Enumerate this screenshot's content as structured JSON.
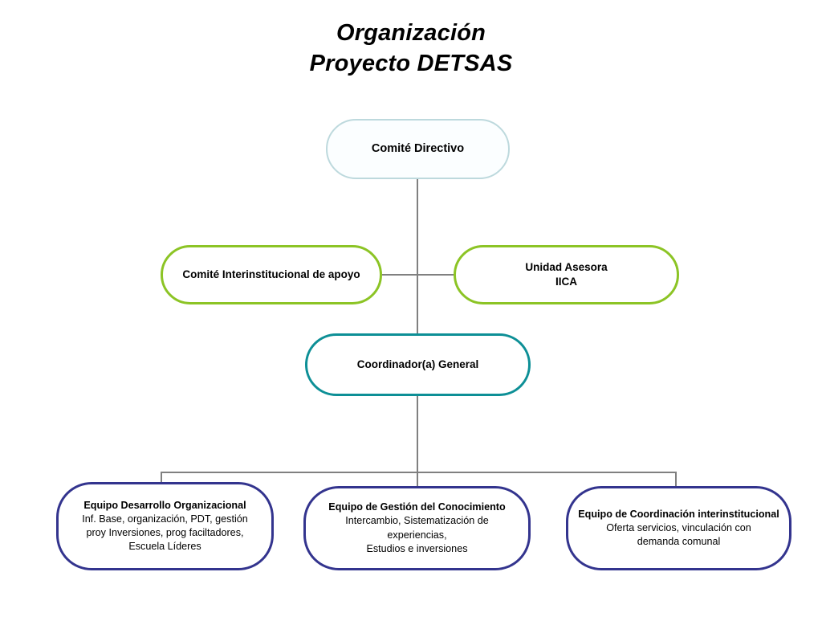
{
  "title": {
    "line1": "Organización",
    "line2": "Proyecto DETSAS"
  },
  "colors": {
    "background": "#ffffff",
    "title_text": "#000000",
    "top_node_border": "#bdd9dd",
    "top_node_fill": "#fbfeff",
    "advisory_node_border": "#8cc425",
    "coordinator_node_border": "#0d8f96",
    "team_node_border": "#33348e",
    "connector_line": "#808080"
  },
  "nodes": {
    "comite_directivo": {
      "label": "Comité Directivo",
      "level": "1",
      "shape": "rounded-pill"
    },
    "comite_interinstitucional": {
      "label": "Comité Interinstitucional de apoyo",
      "level": "2",
      "shape": "rounded-pill"
    },
    "unidad_asesora": {
      "line1": "Unidad Asesora",
      "line2": "IICA",
      "level": "2",
      "shape": "rounded-pill"
    },
    "coordinador_general": {
      "label": "Coordinador(a) General",
      "level": "3",
      "shape": "rounded-pill"
    },
    "equipo_desarrollo": {
      "title": "Equipo Desarrollo Organizacional",
      "detail_line1": "Inf.  Base, organización, PDT, gestión",
      "detail_line2": "proy Inversiones, prog faciltadores,",
      "detail_line3": "Escuela Líderes",
      "level": "4",
      "shape": "rounded-pill"
    },
    "equipo_gestion": {
      "title": "Equipo de Gestión del Conocimiento",
      "detail_line1": "Intercambio, Sistematización de experiencias,",
      "detail_line2": "Estudios e inversiones",
      "level": "4",
      "shape": "rounded-pill"
    },
    "equipo_coordinacion": {
      "title": "Equipo de Coordinación interinstitucional",
      "detail_line1": "Oferta servicios, vinculación con",
      "detail_line2": "demanda comunal",
      "level": "4",
      "shape": "rounded-pill"
    }
  }
}
